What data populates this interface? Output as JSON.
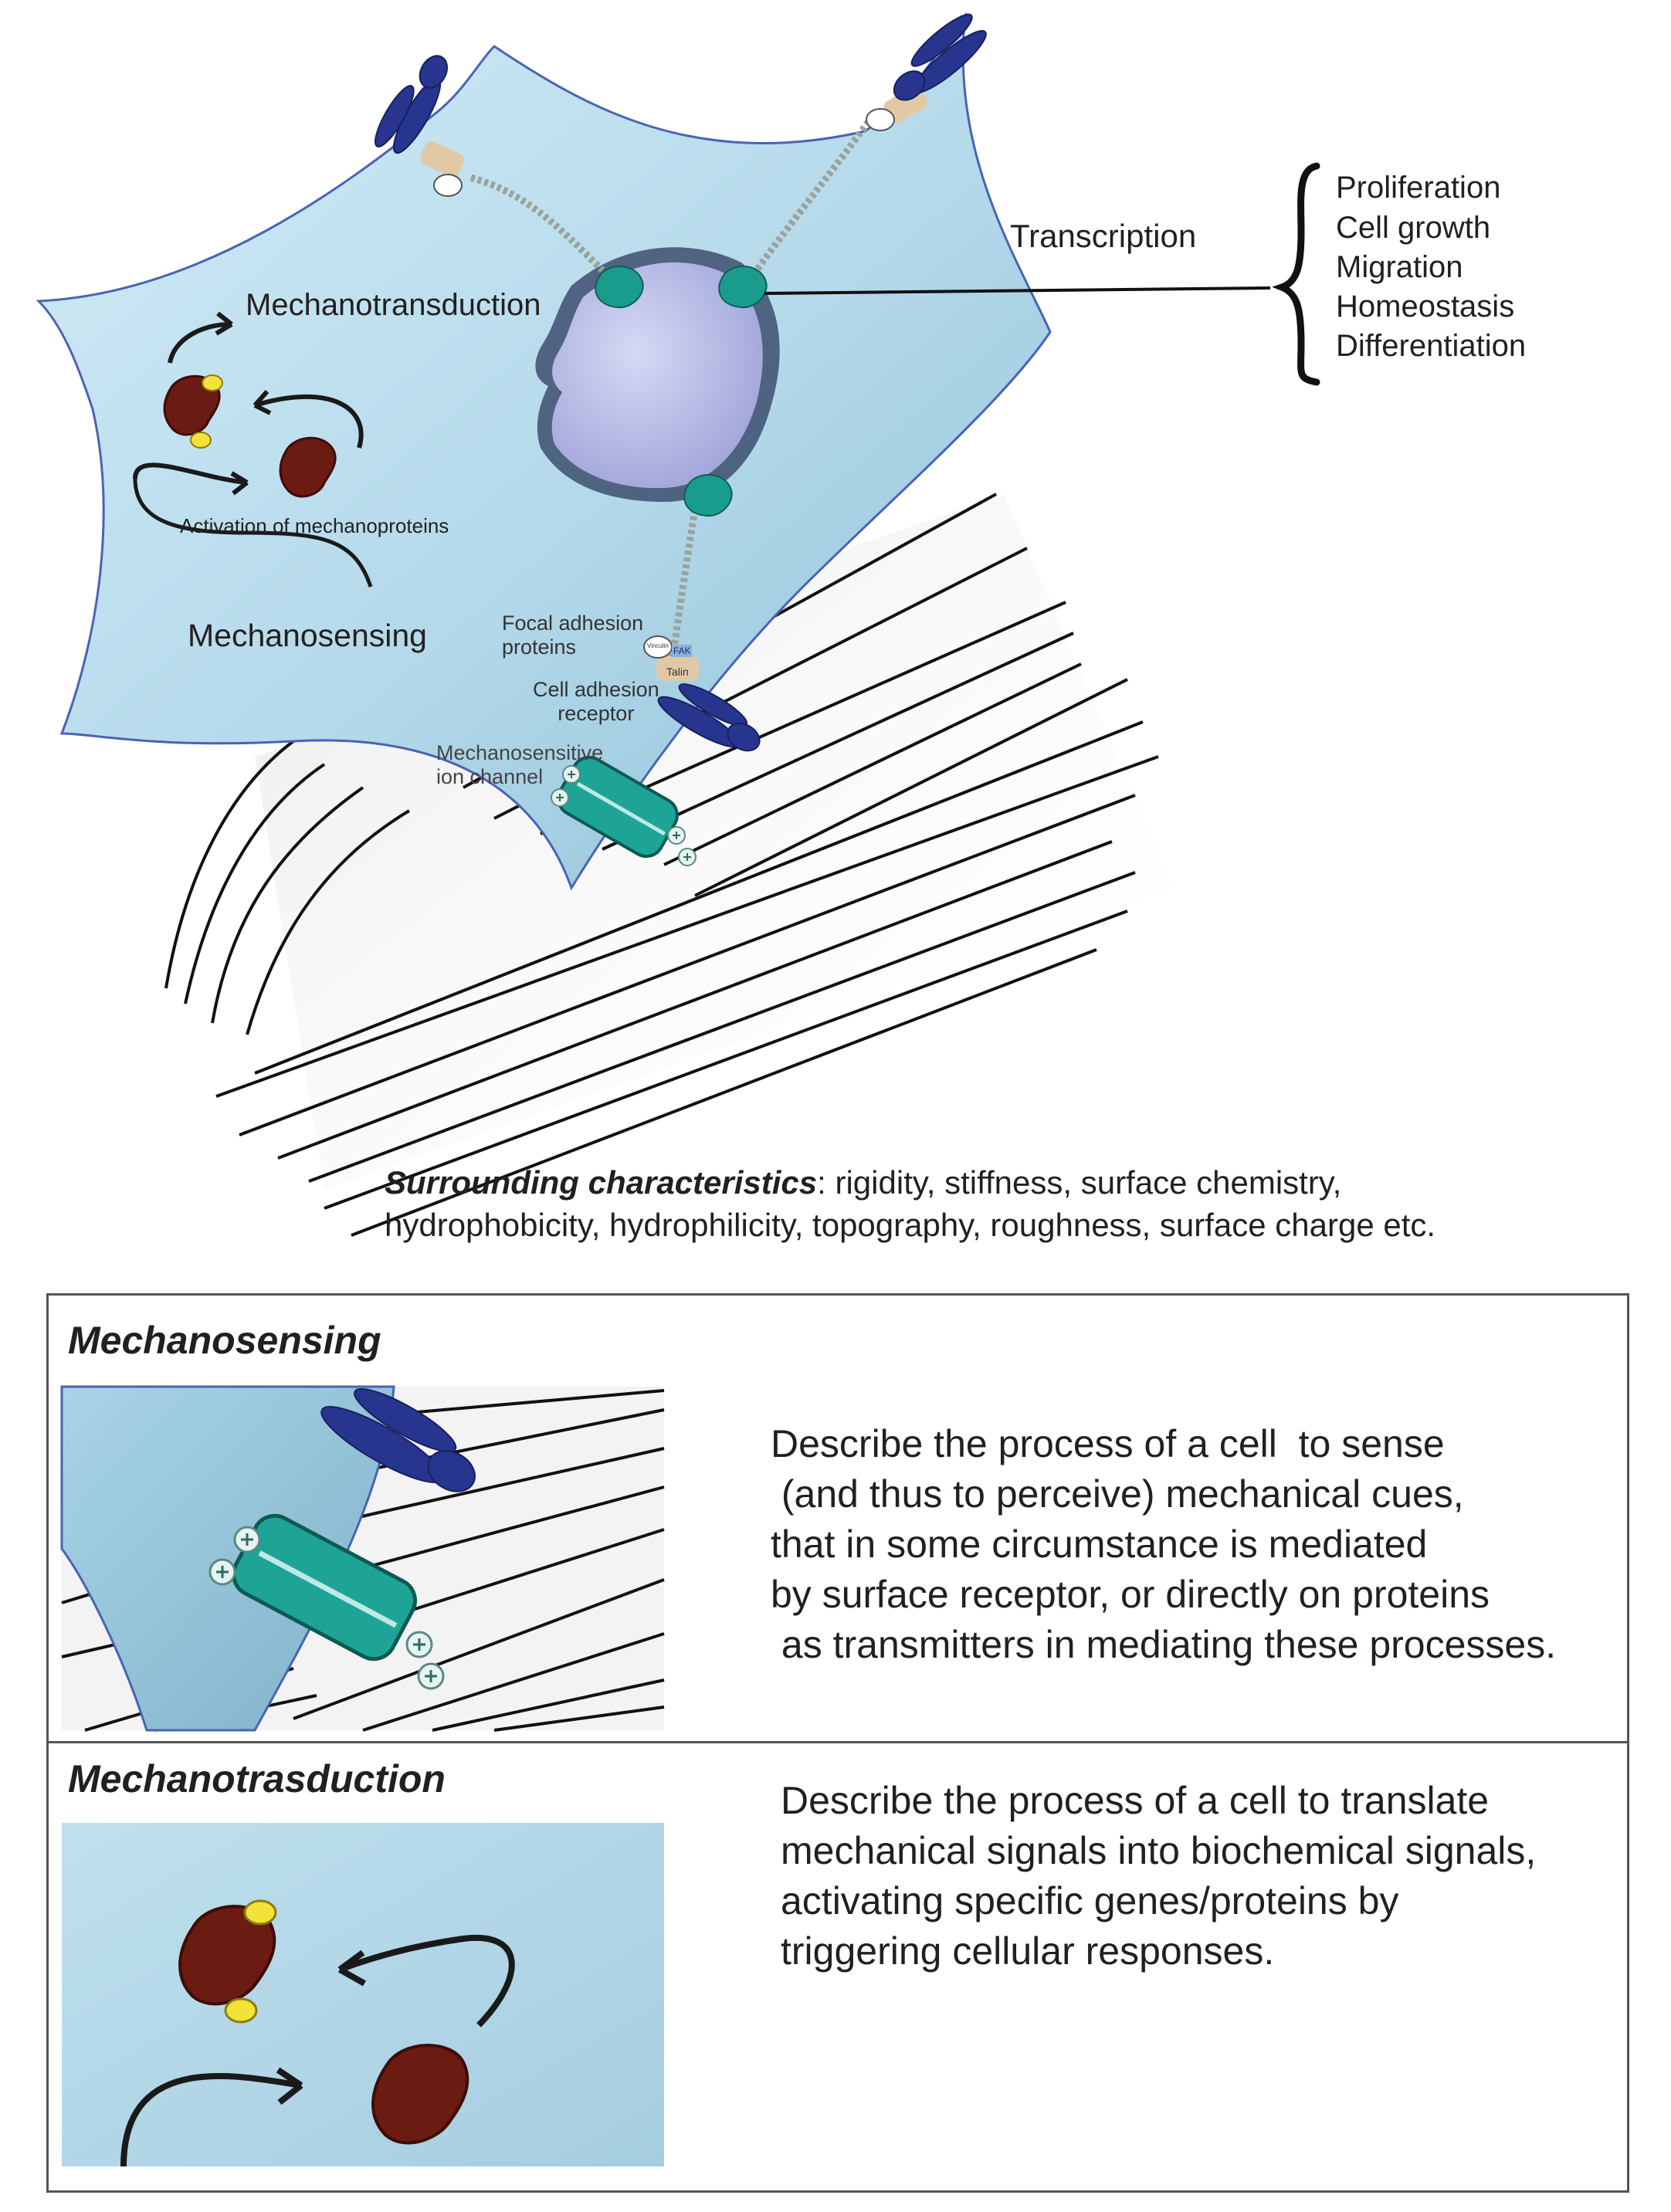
{
  "diagram": {
    "labels": {
      "mechanotransduction": "Mechanotransduction",
      "activation": "Activation of mechanoproteins",
      "mechanosensing": "Mechanosensing",
      "transcription": "Transcription",
      "focal_adhesion_1": "Focal adhesion",
      "focal_adhesion_2": "proteins",
      "cell_adhesion_1": "Cell adhesion",
      "cell_adhesion_2": "receptor",
      "ion_channel_1": "Mechanosensitive",
      "ion_channel_2": "ion channel",
      "talin": "Talin",
      "fak": "FAK",
      "vinculin": "Vinculin"
    },
    "responses": [
      "Proliferation",
      "Cell growth",
      "Migration",
      "Homeostasis",
      "Differentiation"
    ],
    "surrounding": {
      "title": "Surrounding characteristics",
      "line1_rest": ": rigidity, stiffness, surface chemistry,",
      "line2": "hydrophobicity, hydrophilicity, topography, roughness, surface charge etc."
    },
    "colors": {
      "cell": "#b9dcec",
      "nucleus": "#b9bde6",
      "receptor": "#27358f",
      "linker": "#1a9c8c",
      "protein": "#6b1b12",
      "phospho": "#f3e23a"
    }
  },
  "panels": {
    "mechanosensing": {
      "title": "Mechanosensing",
      "description": "Describe the process of a cell  to sense\n (and thus to perceive) mechanical cues,\nthat in some circumstance is mediated\nby surface receptor, or directly on proteins\n as transmitters in mediating these processes."
    },
    "mechanotransduction": {
      "title": "Mechanotrasduction",
      "description": "Describe the process of a cell to translate\nmechanical signals into biochemical signals,\nactivating specific genes/proteins by\ntriggering cellular responses."
    }
  }
}
